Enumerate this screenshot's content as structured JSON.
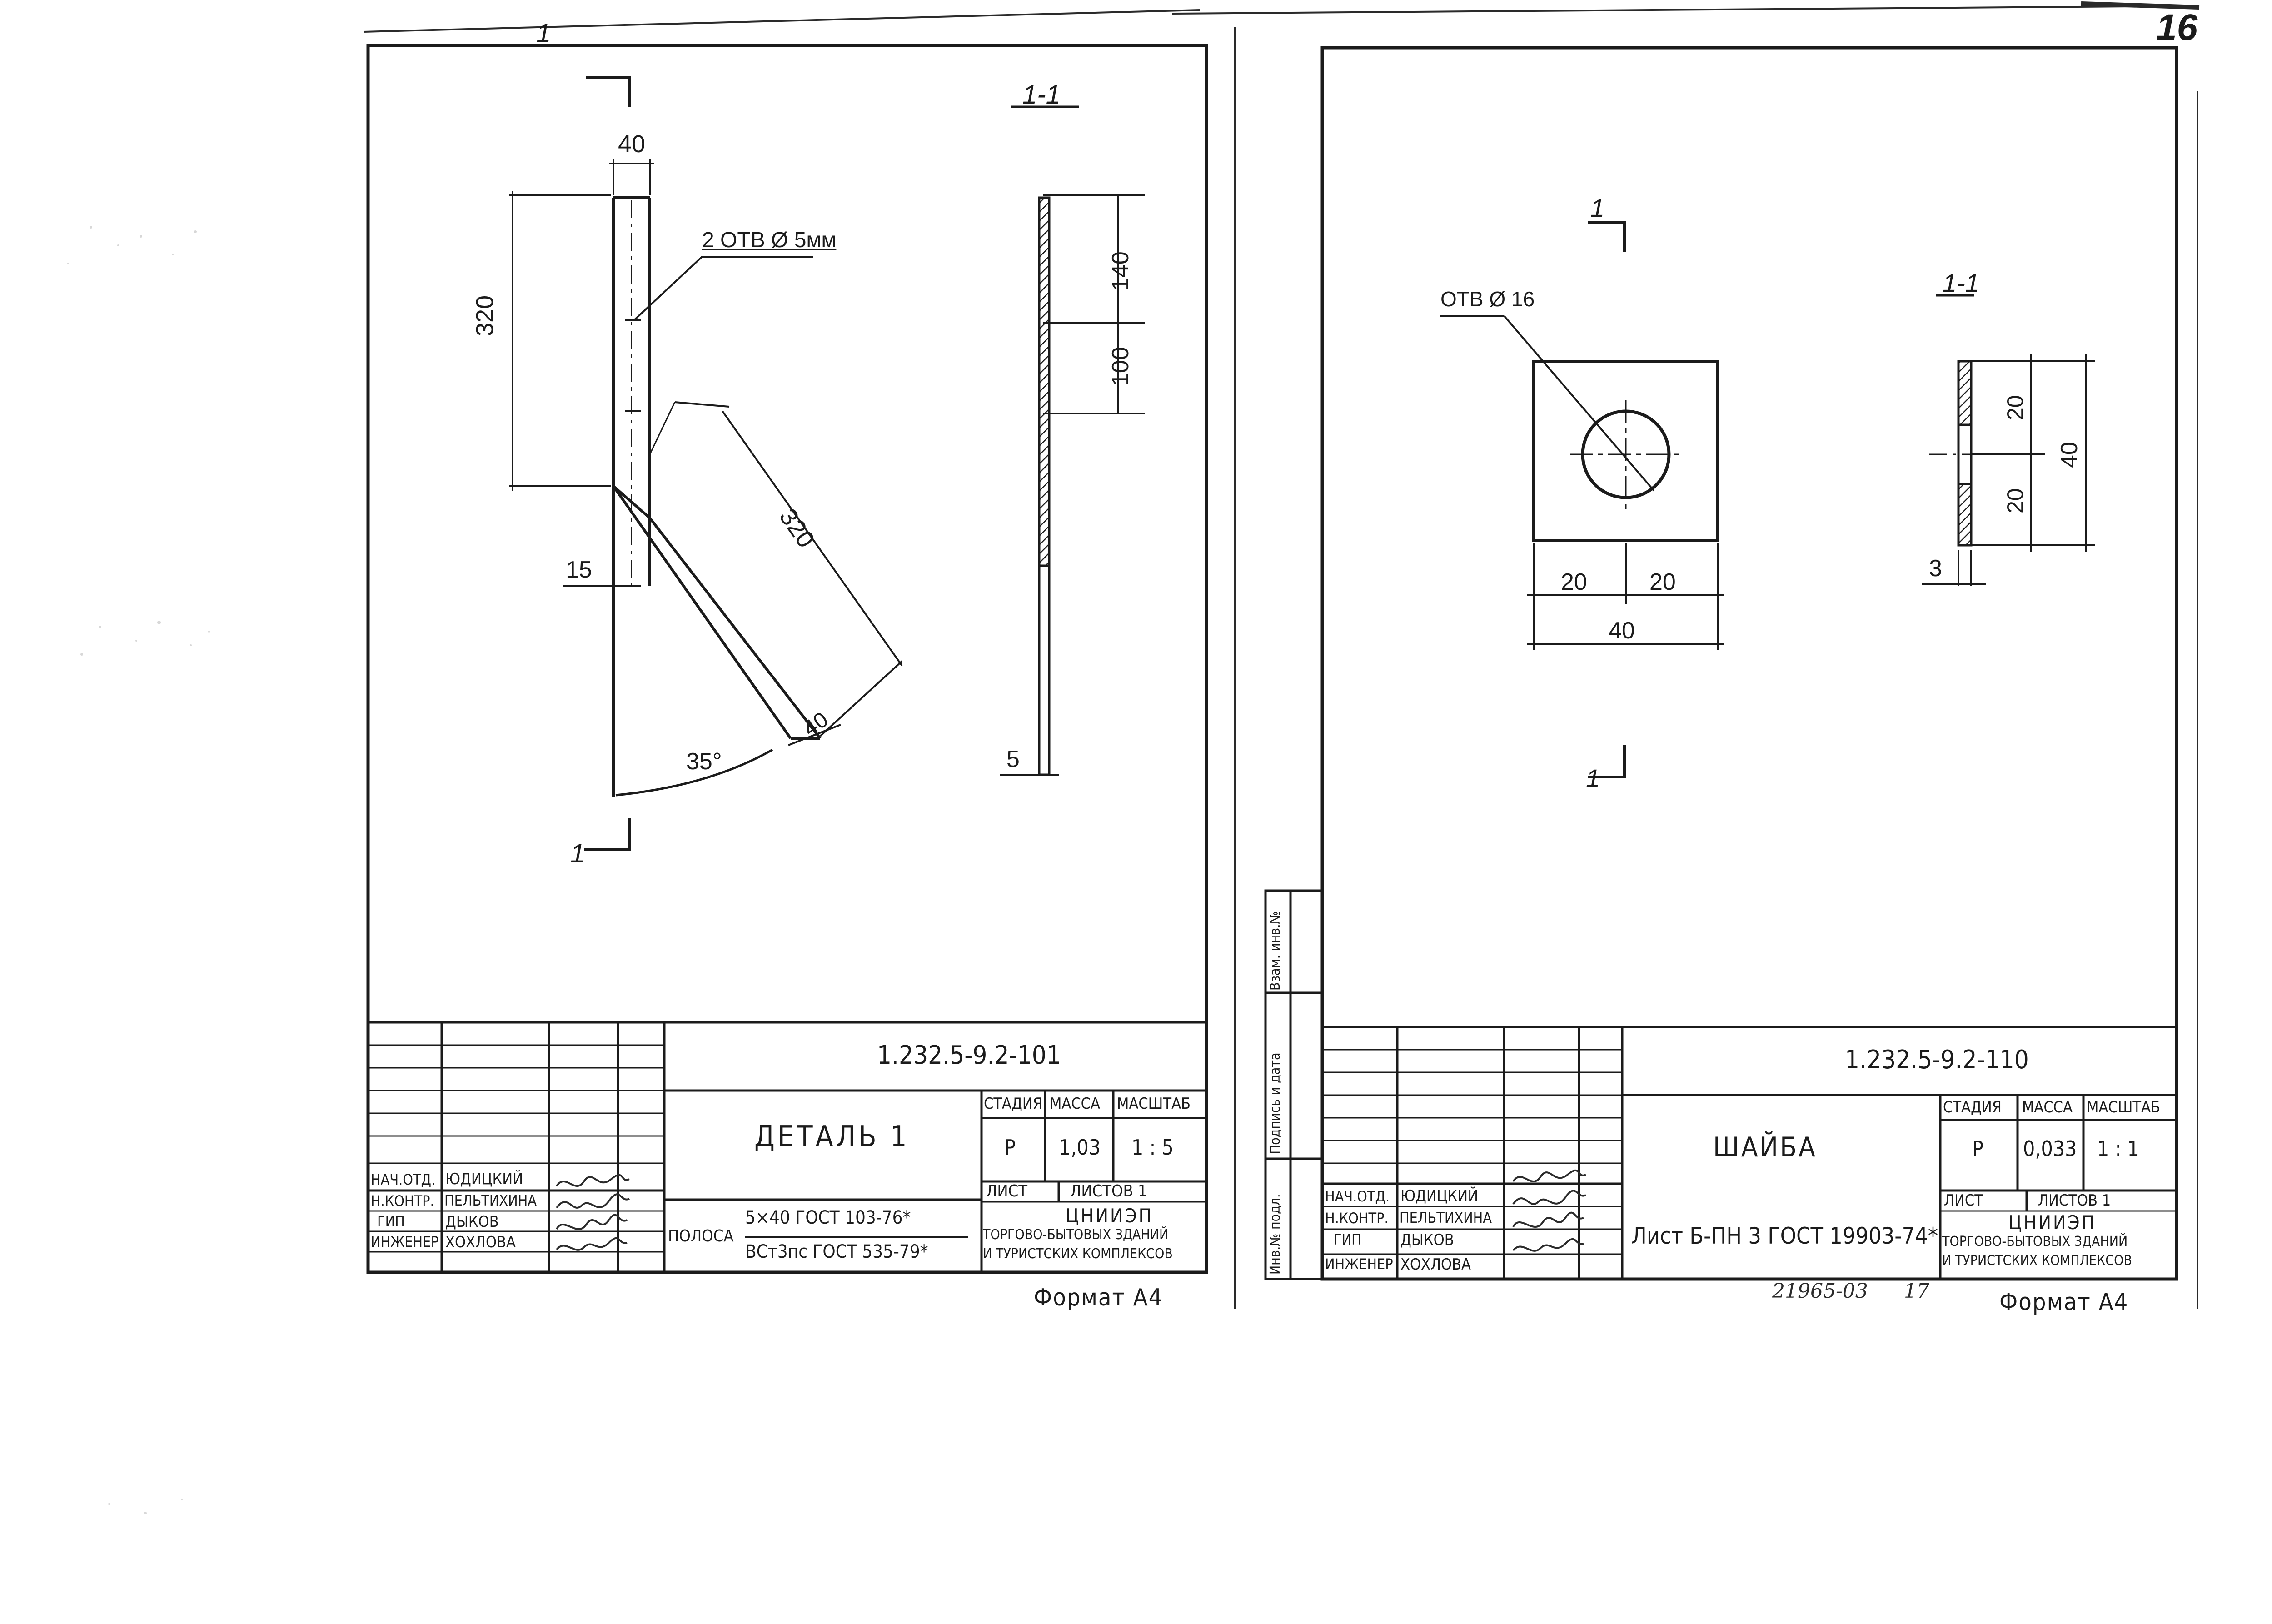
{
  "page_number": "16",
  "bottom_code": "21965-03",
  "bottom_code_num": "17",
  "left_sheet": {
    "section_label": "1-1",
    "cut_mark": "1",
    "dims": {
      "width_top": "40",
      "height_left": "320",
      "holes_note": "2 ОТВ Ø 5мм",
      "diag_length": "320",
      "offset": "15",
      "diag_width": "40",
      "angle": "35°",
      "sec_top": "140",
      "sec_mid": "100",
      "sec_thick": "5"
    },
    "title_block": {
      "doc_code": "1.232.5-9.2-101",
      "name": "ДЕТАЛЬ 1",
      "headers": {
        "stage": "СТАДИЯ",
        "mass": "МАССА",
        "scale": "МАСШТАБ"
      },
      "stage": "Р",
      "mass": "1,03",
      "scale": "1 : 5",
      "sheet_label": "ЛИСТ",
      "sheets_label": "ЛИСТОВ 1",
      "org_line1": "ЦНИИЭП",
      "org_line2": "ТОРГОВО-БЫТОВЫХ ЗДАНИЙ",
      "org_line3": "И ТУРИСТСКИХ КОМПЛЕКСОВ",
      "material_prefix": "ПОЛОСА",
      "material_top": "5×40 ГОСТ 103-76*",
      "material_bottom": "ВСт3пс   ГОСТ 535-79*",
      "roles": [
        "НАЧ.ОТД.",
        "Н.КОНТР.",
        "ГИП",
        "ИНЖЕНЕР"
      ],
      "names": [
        "ЮДИЦКИЙ",
        "ПЕЛЬТИХИНА",
        "ДЫКОВ",
        "ХОХЛОВА"
      ],
      "format": "Формат А4"
    }
  },
  "right_sheet": {
    "section_label": "1-1",
    "cut_mark": "1",
    "dims": {
      "hole_note": "ОТВ Ø 16",
      "half_left": "20",
      "half_right": "20",
      "width": "40",
      "sec_top": "20",
      "sec_bottom": "20",
      "sec_total": "40",
      "sec_thick": "3"
    },
    "side_stamp": {
      "labels": [
        "Инв.№ подл.",
        "Подпись и дата",
        "Взам. инв.№"
      ]
    },
    "title_block": {
      "doc_code": "1.232.5-9.2-110",
      "name": "ШАЙБА",
      "headers": {
        "stage": "СТАДИЯ",
        "mass": "МАССА",
        "scale": "МАСШТАБ"
      },
      "stage": "Р",
      "mass": "0,033",
      "scale": "1 : 1",
      "sheet_label": "ЛИСТ",
      "sheets_label": "ЛИСТОВ 1",
      "org_line1": "ЦНИИЭП",
      "org_line2": "ТОРГОВО-БЫТОВЫХ ЗДАНИЙ",
      "org_line3": "И ТУРИСТСКИХ КОМПЛЕКСОВ",
      "material": "Лист Б-ПН 3 ГОСТ 19903-74*",
      "roles": [
        "НАЧ.ОТД.",
        "Н.КОНТР.",
        "ГИП",
        "ИНЖЕНЕР"
      ],
      "names": [
        "ЮДИЦКИЙ",
        "ПЕЛЬТИХИНА",
        "ДЫКОВ",
        "ХОХЛОВА"
      ],
      "format": "Формат А4"
    }
  }
}
